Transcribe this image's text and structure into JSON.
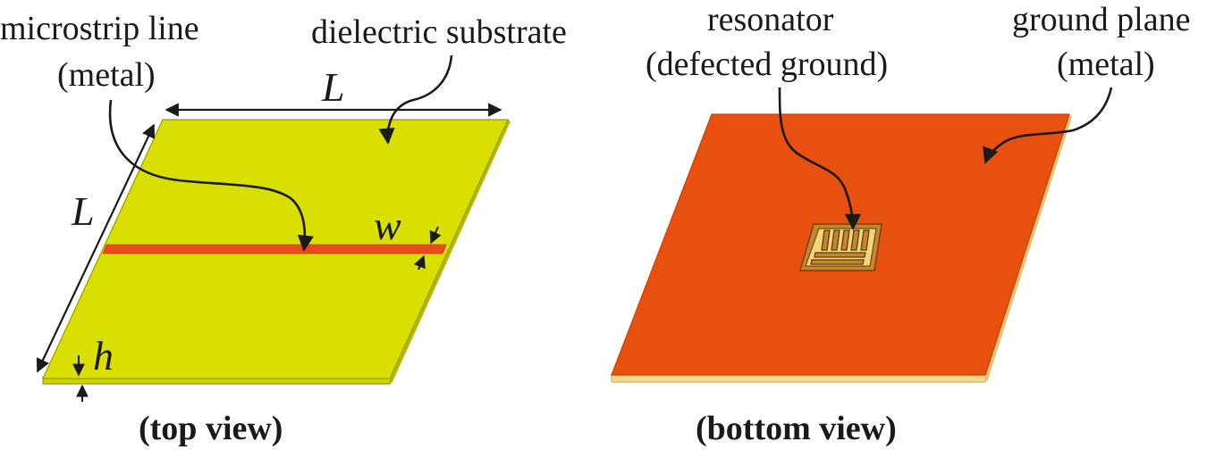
{
  "top_view": {
    "caption": "(top view)",
    "label_microstrip_line1": "microstrip line",
    "label_microstrip_line2": "(metal)",
    "label_substrate": "dielectric substrate",
    "dim_length_top": "L",
    "dim_length_side": "L",
    "dim_width": "w",
    "dim_height": "h"
  },
  "bottom_view": {
    "caption": "(bottom view)",
    "label_resonator_line1": "resonator",
    "label_resonator_line2": "(defected ground)",
    "label_ground_line1": "ground plane",
    "label_ground_line2": "(metal)"
  },
  "colors": {
    "substrate": "#d9df00",
    "substrate_edge": "#b5b800",
    "microstrip": "#e8491d",
    "ground_plane": "#e8500f",
    "ground_edge": "#f3d98a",
    "resonator_copper": "#c8862a",
    "resonator_gold": "#f1d77a"
  }
}
